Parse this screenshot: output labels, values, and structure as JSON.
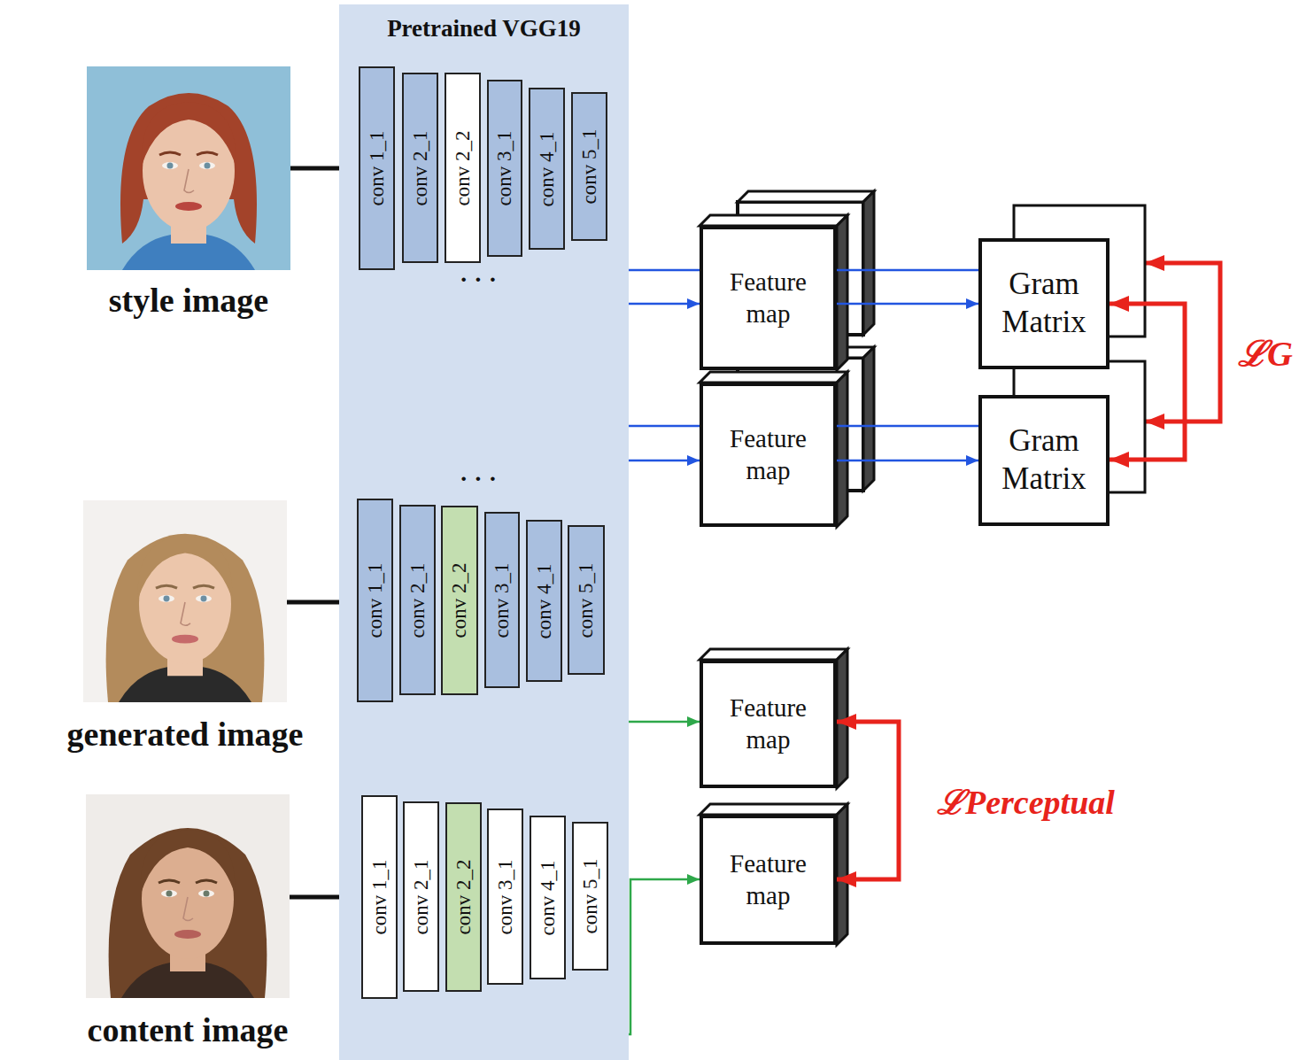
{
  "diagram": {
    "nodes": [
      {
        "text": [
          "Pretrained VGG19"
        ]
      },
      {
        "text": [
          "style image"
        ]
      },
      {
        "text": [
          "conv 1_1"
        ],
        "in": 0
      },
      {
        "text": [
          "conv 2_1"
        ],
        "in": 0
      },
      {
        "text": [
          "conv 2_2"
        ],
        "in": 0
      },
      {
        "text": [
          "conv 3_1"
        ],
        "in": 0
      },
      {
        "text": [
          "conv 4_1"
        ],
        "in": 0
      },
      {
        "text": [
          "conv 5_1"
        ],
        "in": 0
      },
      {
        "text": [
          "generated image"
        ]
      },
      {
        "text": [
          "conv 1_1"
        ],
        "in": 0
      },
      {
        "text": [
          "conv 2_1"
        ],
        "in": 0
      },
      {
        "text": [
          "conv 2_2"
        ],
        "in": 0
      },
      {
        "text": [
          "conv 3_1"
        ],
        "in": 0
      },
      {
        "text": [
          "conv 4_1"
        ],
        "in": 0
      },
      {
        "text": [
          "conv 5_1"
        ],
        "in": 0
      },
      {
        "text": [
          "content image"
        ]
      },
      {
        "text": [
          "conv 1_1"
        ],
        "in": 0
      },
      {
        "text": [
          "conv 2_1"
        ],
        "in": 0
      },
      {
        "text": [
          "conv 2_2"
        ],
        "in": 0
      },
      {
        "text": [
          "conv 3_1"
        ],
        "in": 0
      },
      {
        "text": [
          "conv 4_1"
        ],
        "in": 0
      },
      {
        "text": [
          "conv 5_1"
        ],
        "in": 0
      },
      {
        "text": [
          "Feature map"
        ]
      },
      {
        "text": [
          "Gram Matrix"
        ]
      },
      {
        "text": [
          "Feature map"
        ]
      },
      {
        "text": [
          "Gram Matrix"
        ]
      },
      {
        "text": [
          "Feature map"
        ]
      },
      {
        "text": [
          "Feature map"
        ]
      }
    ],
    "edges": [
      {
        "from": 1,
        "to": 2,
        "arrow": "to"
      },
      {
        "from": 8,
        "to": 9,
        "arrow": "to"
      },
      {
        "from": 15,
        "to": 16,
        "arrow": "to"
      },
      {
        "from": 7,
        "to": 22,
        "arrow": "none"
      },
      {
        "from": 2,
        "to": 22,
        "arrow": "to"
      },
      {
        "from": 22,
        "to": 23,
        "arrow": "none"
      },
      {
        "from": 22,
        "to": 23,
        "arrow": "to"
      },
      {
        "from": 14,
        "to": 24,
        "arrow": "none"
      },
      {
        "from": 9,
        "to": 24,
        "arrow": "to"
      },
      {
        "from": 24,
        "to": 25,
        "arrow": "none"
      },
      {
        "from": 24,
        "to": 25,
        "arrow": "to"
      },
      {
        "from": 11,
        "to": 26,
        "arrow": "to"
      },
      {
        "from": 18,
        "to": 27,
        "arrow": "to"
      },
      {
        "from": 23,
        "to": 25,
        "arrow": "both",
        "label": "ℒG"
      },
      {
        "from": 26,
        "to": 27,
        "arrow": "both",
        "label": "ℒPerceptual"
      }
    ],
    "labels": [
      "· · ·",
      "· · ·"
    ]
  }
}
